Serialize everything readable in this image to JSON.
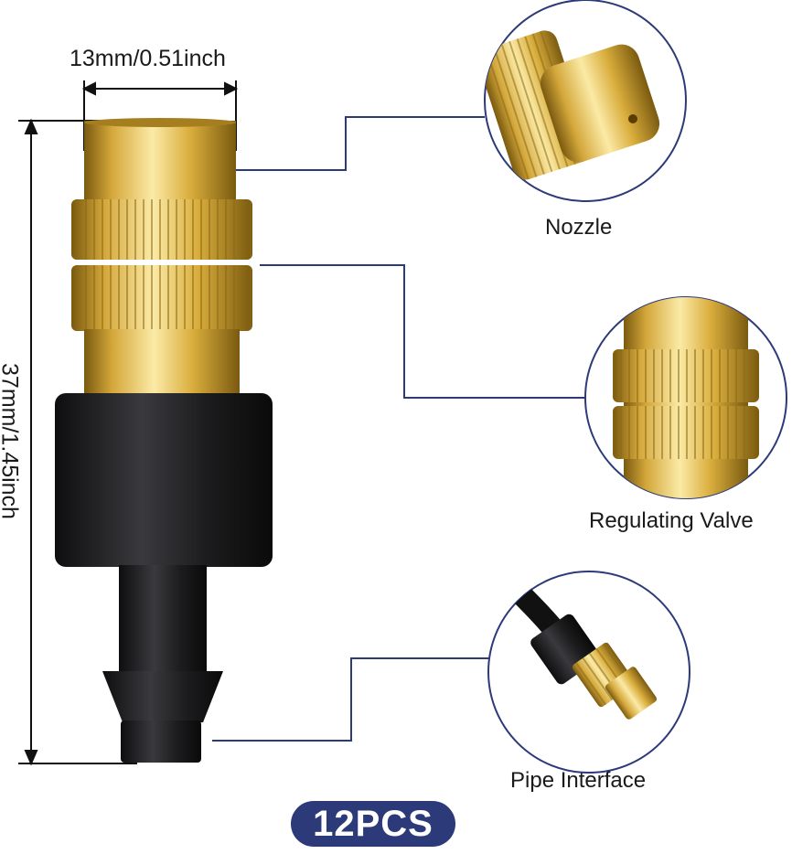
{
  "dimensions": {
    "width": "13mm/0.51inch",
    "height": "37mm/1.45inch"
  },
  "callouts": {
    "nozzle": "Nozzle",
    "valve": "Regulating Valve",
    "pipe": "Pipe Interface"
  },
  "badge": {
    "text": "12PCS"
  },
  "colors": {
    "brass": "#d4a73a",
    "brass_dark": "#8a6a14",
    "brass_light": "#f6e3a0",
    "plastic": "#1e1e20",
    "callout_line": "#2c3a7a",
    "badge": "#2c3a7a"
  }
}
